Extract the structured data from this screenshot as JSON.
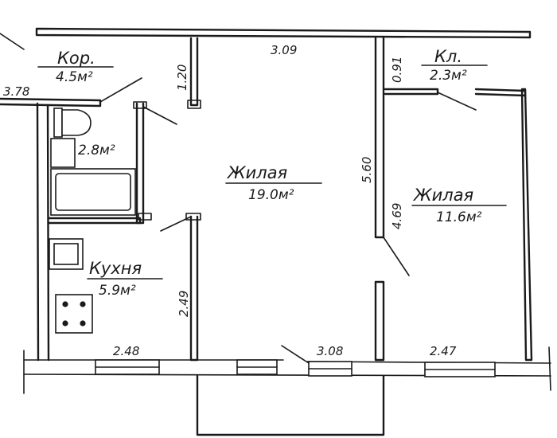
{
  "rooms": {
    "corridor": {
      "name": "Кор.",
      "area": "4.5м²"
    },
    "bathroom": {
      "area": "2.8м²"
    },
    "pantry": {
      "name": "Кл.",
      "area": "2.3м²"
    },
    "living_large": {
      "name": "Жилая",
      "area": "19.0м²"
    },
    "living_small": {
      "name": "Жилая",
      "area": "11.6м²"
    },
    "kitchen": {
      "name": "Кухня",
      "area": "5.9м²"
    }
  },
  "dimensions": {
    "corridor_length": "3.78",
    "corridor_wall": "1.20",
    "living_large_top": "3.09",
    "living_large_depth": "5.60",
    "pantry_depth": "0.91",
    "living_small_depth": "4.69",
    "kitchen_depth": "2.49",
    "kitchen_width": "2.48",
    "living_large_bottom": "3.08",
    "living_small_width": "2.47"
  }
}
